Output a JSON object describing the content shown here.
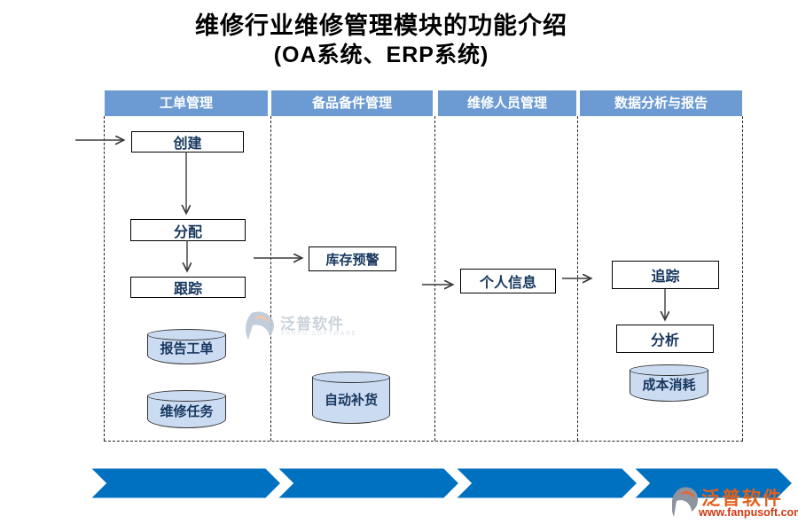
{
  "title": {
    "line1": "维修行业维修管理模块的功能介绍",
    "line2": "(OA系统、ERP系统)"
  },
  "lanes": [
    {
      "id": "work-order",
      "label": "工单管理"
    },
    {
      "id": "spare-parts",
      "label": "备品备件管理"
    },
    {
      "id": "personnel",
      "label": "维修人员管理"
    },
    {
      "id": "analytics",
      "label": "数据分析与报告"
    }
  ],
  "nodes": {
    "create": {
      "label": "创建",
      "type": "process",
      "lane": "工单管理"
    },
    "assign": {
      "label": "分配",
      "type": "process",
      "lane": "工单管理"
    },
    "track": {
      "label": "跟踪",
      "type": "process",
      "lane": "工单管理"
    },
    "report_order": {
      "label": "报告工单",
      "type": "datastore",
      "lane": "工单管理"
    },
    "repair_task": {
      "label": "维修任务",
      "type": "datastore",
      "lane": "工单管理"
    },
    "inventory_warning": {
      "label": "库存预警",
      "type": "process",
      "lane": "备品备件管理"
    },
    "auto_replenish": {
      "label": "自动补货",
      "type": "datastore",
      "lane": "备品备件管理"
    },
    "personal_info": {
      "label": "个人信息",
      "type": "process",
      "lane": "维修人员管理"
    },
    "trace": {
      "label": "追踪",
      "type": "process",
      "lane": "数据分析与报告"
    },
    "analyze": {
      "label": "分析",
      "type": "process",
      "lane": "数据分析与报告"
    },
    "cost_consumption": {
      "label": "成本消耗",
      "type": "datastore",
      "lane": "数据分析与报告"
    }
  },
  "edges": [
    {
      "from": "start",
      "to": "create"
    },
    {
      "from": "create",
      "to": "assign"
    },
    {
      "from": "assign",
      "to": "track"
    },
    {
      "from": "lane-work-order",
      "to": "inventory_warning"
    },
    {
      "from": "lane-spare-parts",
      "to": "personal_info"
    },
    {
      "from": "personal_info",
      "to": "lane-analytics"
    },
    {
      "from": "trace",
      "to": "analyze"
    }
  ],
  "footer": {
    "chevron_count": 4
  },
  "watermarks": {
    "center": {
      "brand": "泛普软件",
      "caption": "FANPU SOFTWARE"
    },
    "corner": {
      "brand": "泛普软件",
      "url": "www.fanpusoft.com"
    }
  },
  "colors": {
    "lane_header": "#6B9BD2",
    "chevron_blue": "#0070C0",
    "cylinder_fill": "#CBDCF2",
    "node_text": "#17375E",
    "header_text": "#FFFFFF",
    "brand_orange": "#E0611C",
    "url_red": "#CE3A12"
  }
}
